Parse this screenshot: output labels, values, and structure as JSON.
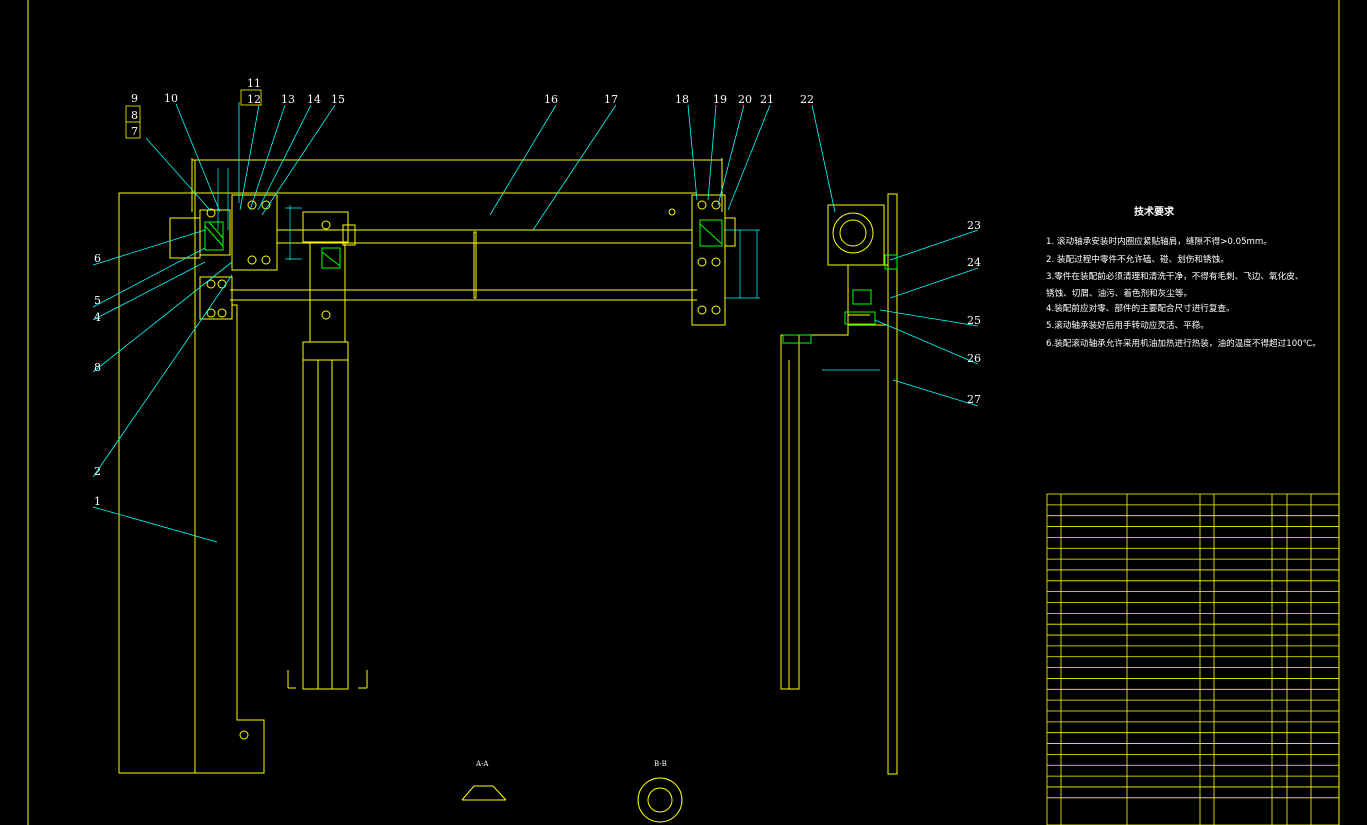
{
  "drawing": {
    "tech_title": "技术要求",
    "tech_notes": [
      "1. 滚动轴承安装时内圈应紧贴轴肩，缝隙不得>0.05mm。",
      "2. 装配过程中零件不允许磕、碰、划伤和锈蚀。",
      "3.零件在装配前必须清理和清洗干净，不得有毛刺、飞边、氧化皮、",
      "   锈蚀、切屑、油污、着色剂和灰尘等。",
      "4.装配前应对零、部件的主要配合尺寸进行复查。",
      "5.滚动轴承装好后用手转动应灵活、平稳。",
      "6.装配滚动轴承允许采用机油加热进行热装，油的温度不得超过100℃。"
    ],
    "balloons": {
      "left": [
        "6",
        "5",
        "4",
        "8",
        "2",
        "1"
      ],
      "top": [
        "9",
        "8",
        "7",
        "10",
        "11",
        "12",
        "13",
        "14",
        "15",
        "16",
        "17",
        "18",
        "19",
        "20",
        "21",
        "22"
      ],
      "right": [
        "23",
        "24",
        "25",
        "26",
        "27"
      ]
    },
    "section_labels": [
      "A-A",
      "B-B"
    ],
    "colors": {
      "outline": "#ffff00",
      "leader": "#00ffff",
      "hatch": "#00ff00",
      "dimension": "#00ffff",
      "text": "#ffffff",
      "detail": "#ff00ff"
    }
  }
}
